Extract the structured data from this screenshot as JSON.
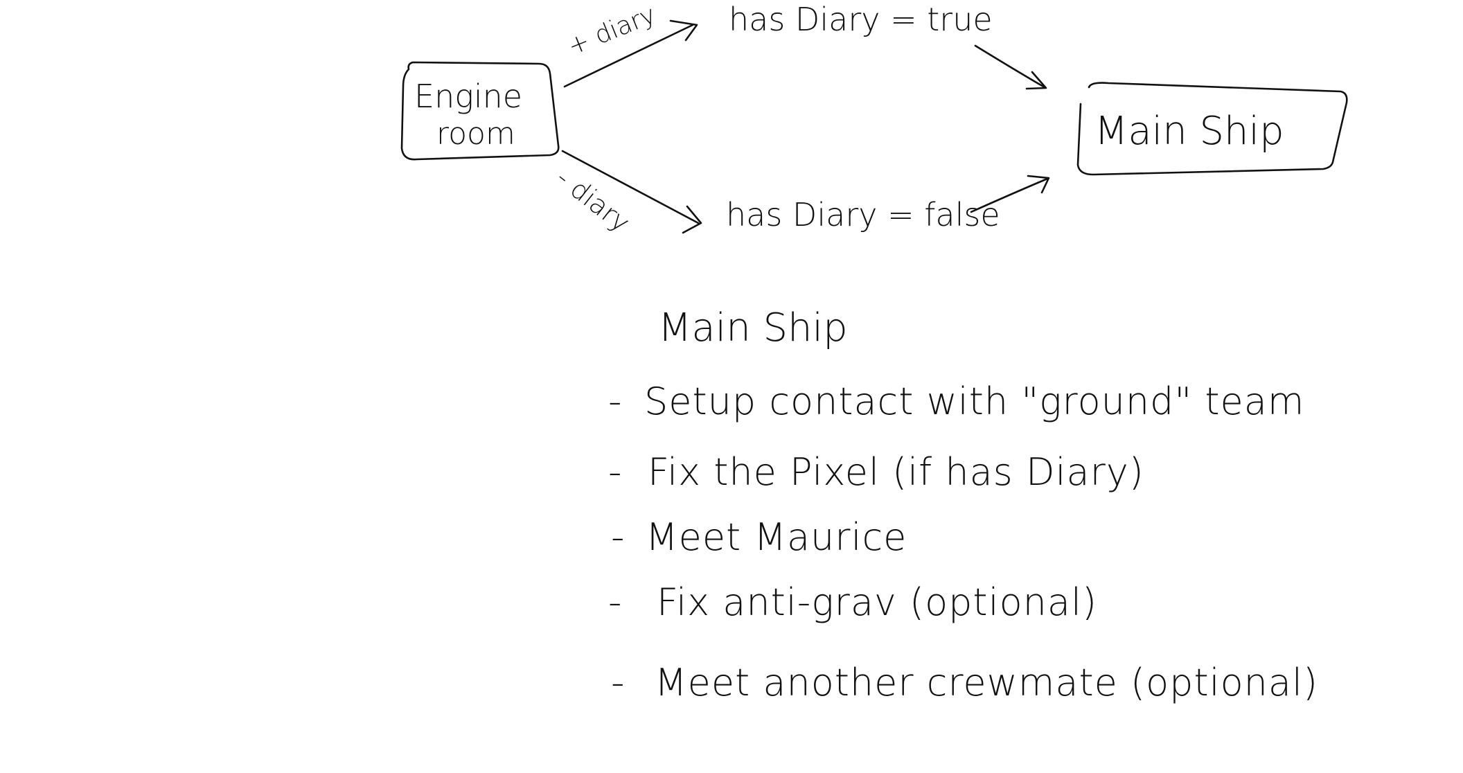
{
  "diagram": {
    "nodes": {
      "engine_room": {
        "line1": "Engine",
        "line2": "room"
      },
      "main_ship": {
        "label": "Main Ship"
      }
    },
    "edges": {
      "top_label": "+ diary",
      "bottom_label": "- diary"
    },
    "states": {
      "has_diary_true": "has Diary = true",
      "has_diary_false": "has Diary = false"
    }
  },
  "task_list": {
    "title": "Main Ship",
    "items": [
      {
        "bullet": "-",
        "text": "Setup contact with \"ground\" team"
      },
      {
        "bullet": "-",
        "text": "Fix the Pixel (if has Diary)"
      },
      {
        "bullet": "-",
        "text": "Meet Maurice"
      },
      {
        "bullet": "-",
        "text": "Fix anti-grav (optional)"
      },
      {
        "bullet": "-",
        "text": "Meet another crewmate (optional)"
      }
    ]
  }
}
